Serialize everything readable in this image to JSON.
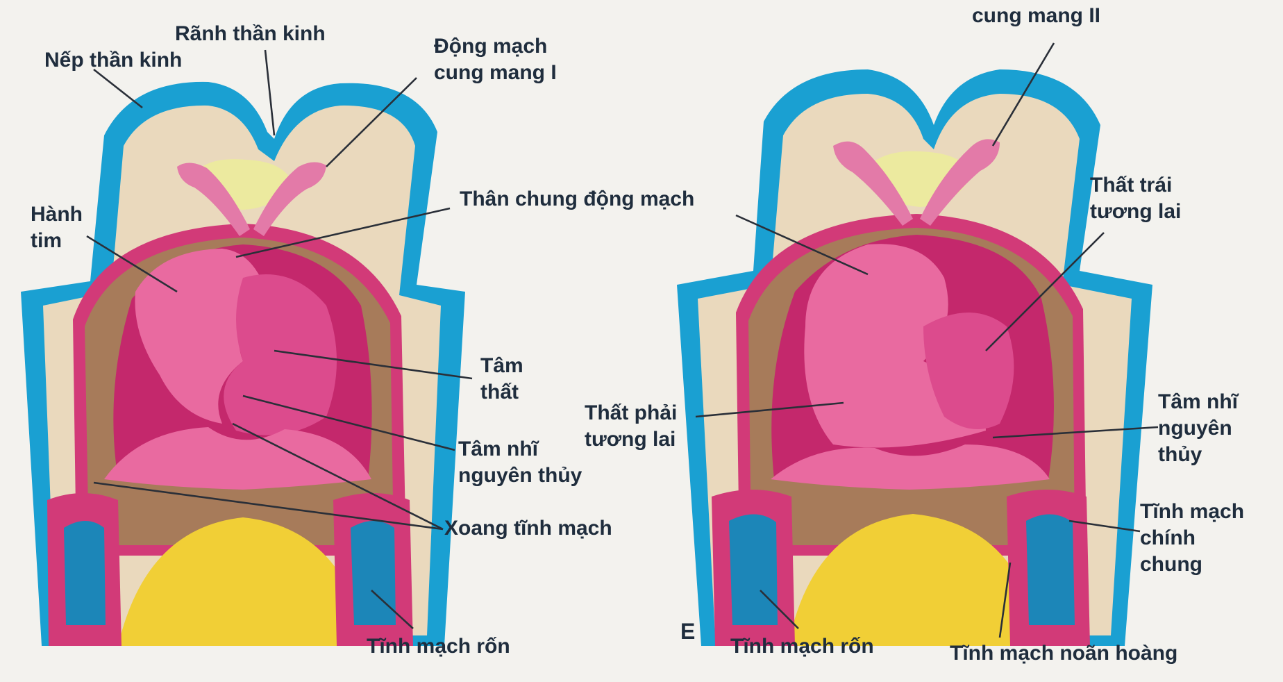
{
  "colors": {
    "ectoderm": "#1aa0d2",
    "mesoderm": "#ead9bd",
    "notochord": "#ecea9f",
    "aortic_arch": "#e37aa8",
    "heart": "#e96aa0",
    "heart_dark": "#c4286c",
    "pericardial_wall": "#d23a78",
    "yolk": "#f1cf36",
    "vein": "#1c86b8",
    "label_text": "#1f2d3d"
  },
  "panel_left": {
    "labels": {
      "nep_than_kinh": "Nếp thần kinh",
      "ranh_than_kinh": "Rãnh thần kinh",
      "dong_mach_cung_mang_1_line1": "Động mạch",
      "dong_mach_cung_mang_1_line2": "cung mang I",
      "hanh_tim_line1": "Hành",
      "hanh_tim_line2": "tim",
      "than_chung_dong_mach": "Thân chung động mạch",
      "tam_that_line1": "Tâm",
      "tam_that_line2": "thất",
      "tam_nhi_line1": "Tâm nhĩ",
      "tam_nhi_line2": "nguyên thủy",
      "xoang_tinh_mach": "Xoang tĩnh mạch",
      "tinh_mach_ron": "Tĩnh mạch rốn"
    }
  },
  "panel_right": {
    "letter": "E",
    "labels": {
      "dong_mach_cung_mang_2": "cung mang II",
      "that_trai_line1": "Thất trái",
      "that_trai_line2": "tương lai",
      "that_phai_line1": "Thất phải",
      "that_phai_line2": "tương lai",
      "tam_nhi_line1": "Tâm nhĩ",
      "tam_nhi_line2": "nguyên",
      "tam_nhi_line3": "thủy",
      "tinh_mach_chinh_line1": "Tĩnh mạch",
      "tinh_mach_chinh_line2": "chính",
      "tinh_mach_chinh_line3": "chung",
      "tinh_mach_ron": "Tĩnh mạch rốn",
      "tinh_mach_noan_hoang": "Tĩnh mạch noãn hoàng"
    }
  }
}
